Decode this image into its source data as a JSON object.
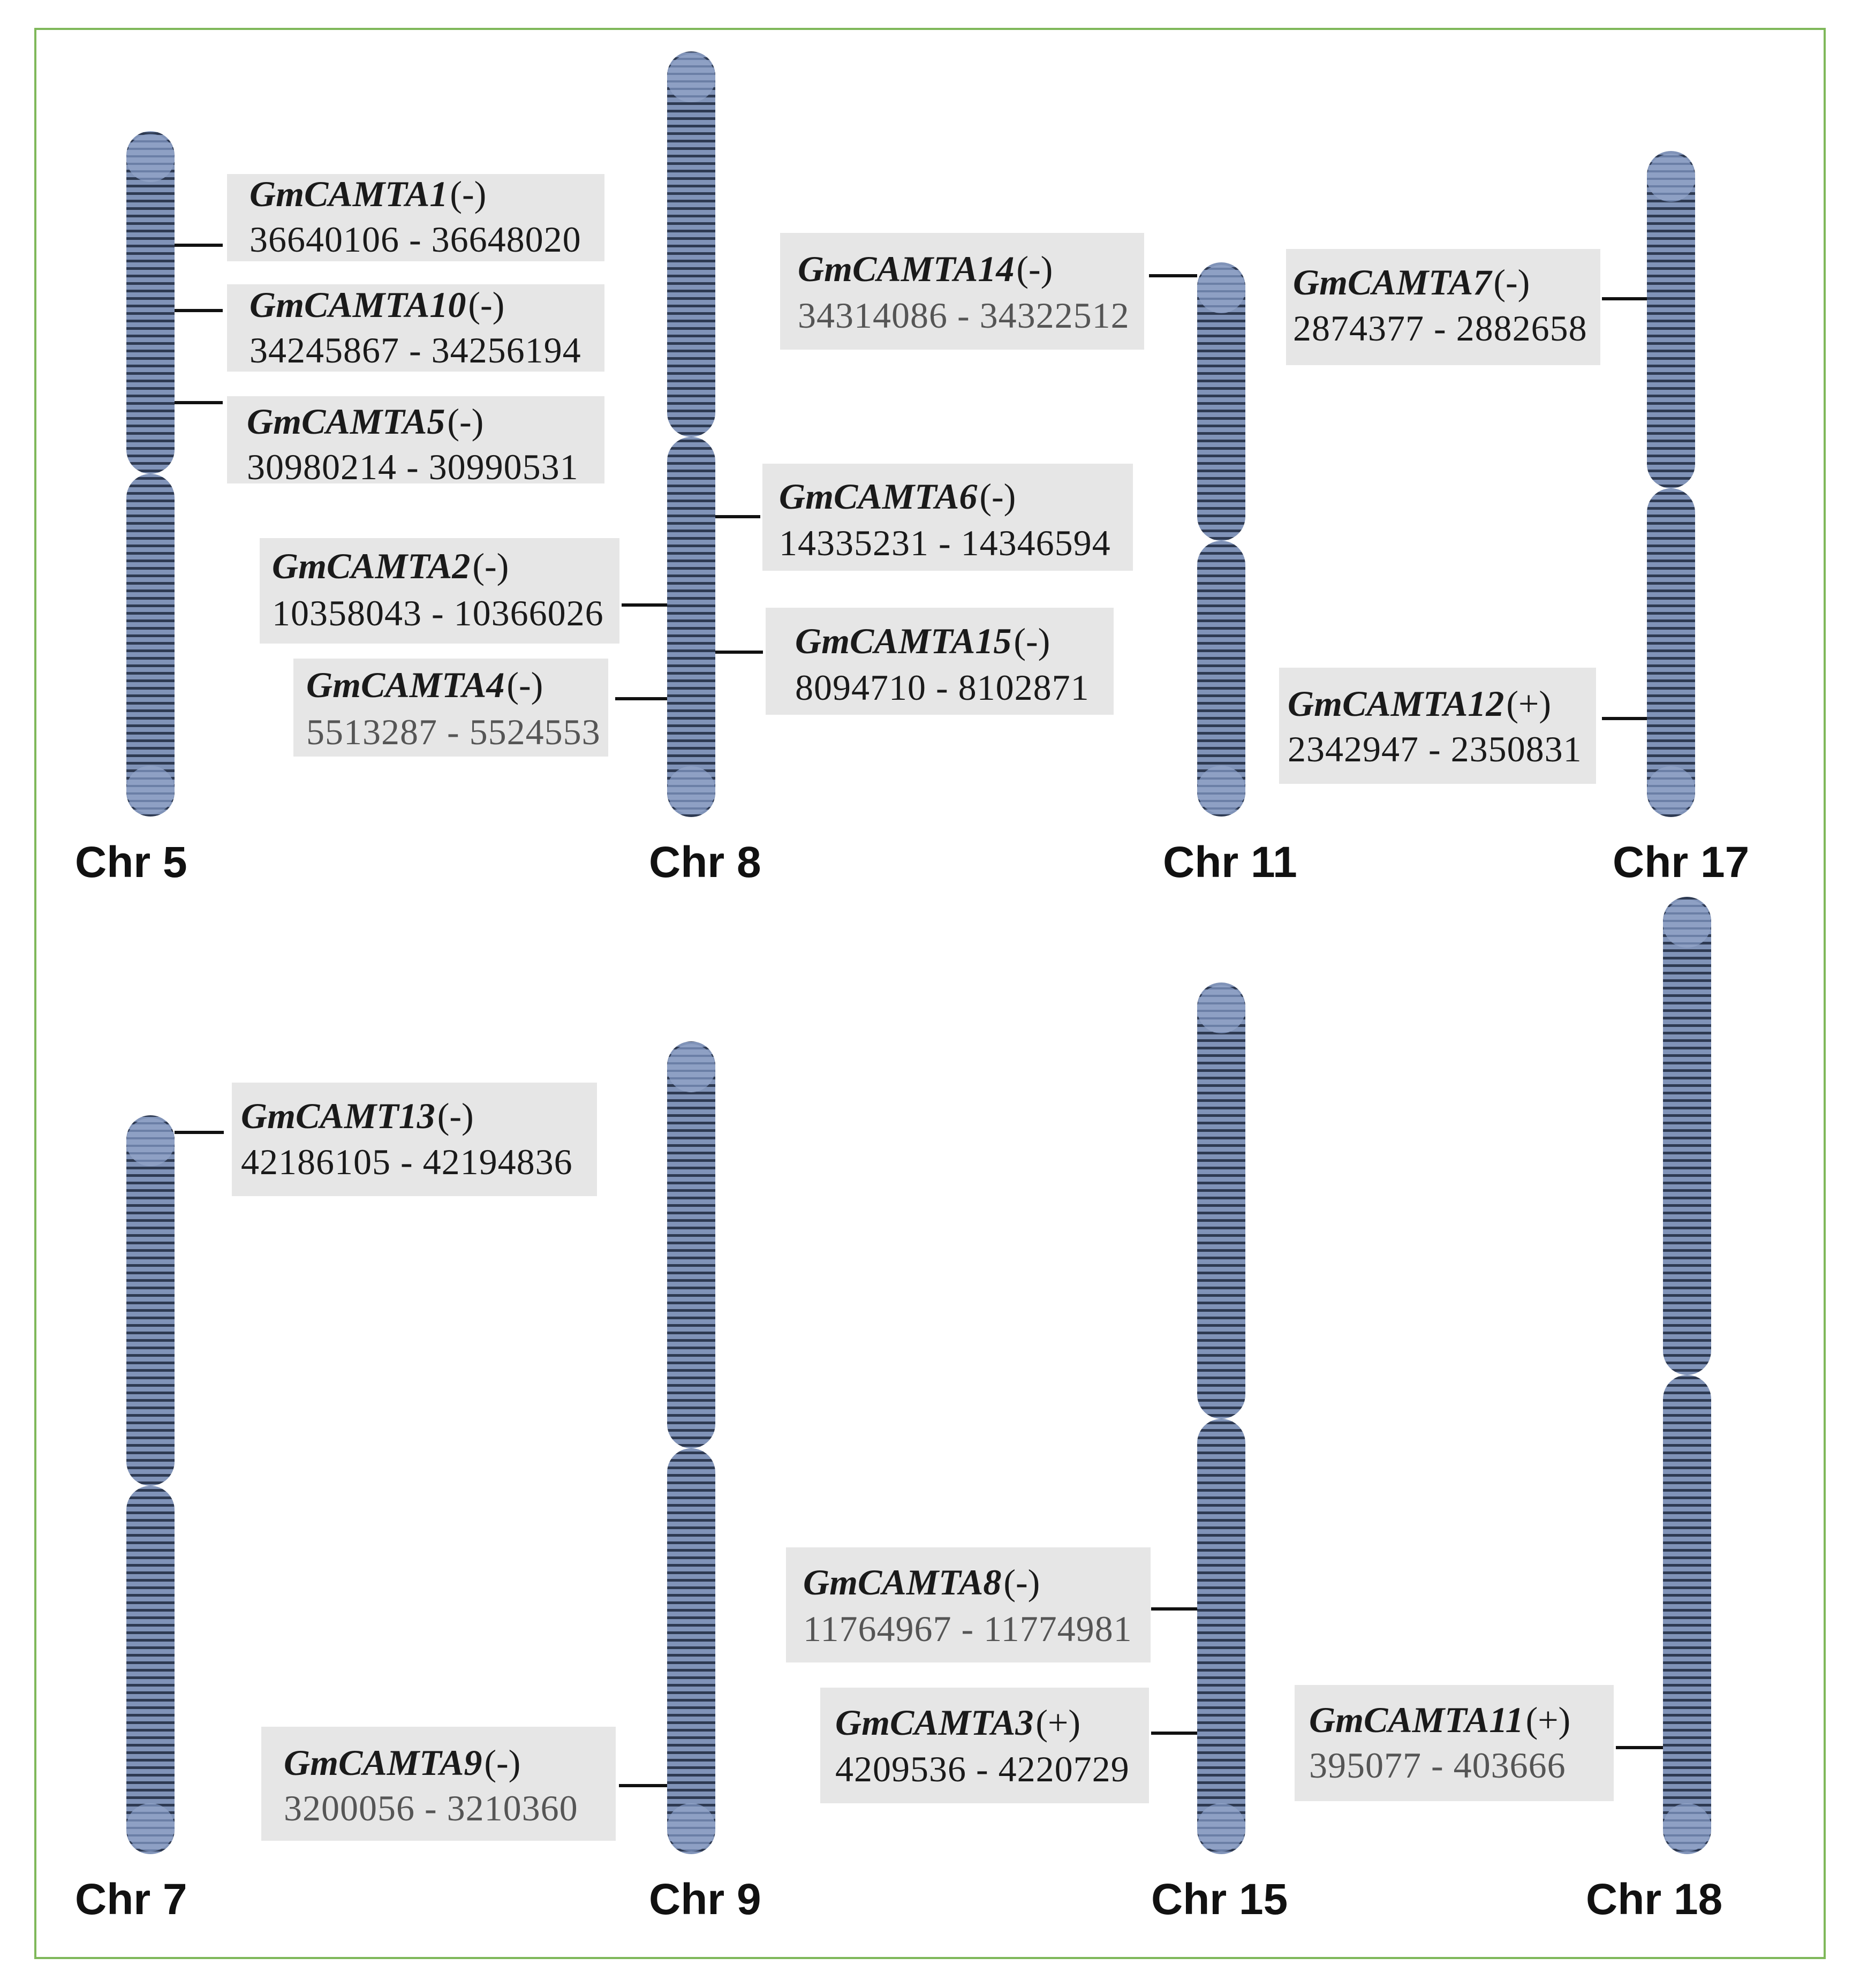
{
  "colors": {
    "border": "#7fb85a",
    "chromosome_fill": "#8093b8",
    "chromosome_band": "#2e3a52",
    "label_box": "#e6e6e6"
  },
  "chromosomes": [
    {
      "id": "chr5",
      "label": "Chr 5"
    },
    {
      "id": "chr8",
      "label": "Chr 8"
    },
    {
      "id": "chr11",
      "label": "Chr 11"
    },
    {
      "id": "chr17",
      "label": "Chr 17"
    },
    {
      "id": "chr7",
      "label": "Chr 7"
    },
    {
      "id": "chr9",
      "label": "Chr 9"
    },
    {
      "id": "chr15",
      "label": "Chr 15"
    },
    {
      "id": "chr18",
      "label": "Chr 18"
    }
  ],
  "genes": [
    {
      "chromosome": "Chr 5",
      "name": "GmCAMTA1",
      "strand": "(-)",
      "position": "36640106 - 36648020"
    },
    {
      "chromosome": "Chr 5",
      "name": "GmCAMTA10",
      "strand": "(-)",
      "position": "34245867 - 34256194"
    },
    {
      "chromosome": "Chr 5",
      "name": "GmCAMTA5",
      "strand": "(-)",
      "position": "30980214 - 30990531"
    },
    {
      "chromosome": "Chr 8",
      "name": "GmCAMTA2",
      "strand": "(-)",
      "position": "10358043 - 10366026"
    },
    {
      "chromosome": "Chr 8",
      "name": "GmCAMTA4",
      "strand": "(-)",
      "position": "5513287 - 5524553"
    },
    {
      "chromosome": "Chr 8",
      "name": "GmCAMTA6",
      "strand": "(-)",
      "position": "14335231 - 14346594"
    },
    {
      "chromosome": "Chr 8",
      "name": "GmCAMTA15",
      "strand": "(-)",
      "position": "8094710 - 8102871"
    },
    {
      "chromosome": "Chr 11",
      "name": "GmCAMTA14",
      "strand": "(-)",
      "position": "34314086 - 34322512"
    },
    {
      "chromosome": "Chr 17",
      "name": "GmCAMTA7",
      "strand": "(-)",
      "position": "2874377 - 2882658"
    },
    {
      "chromosome": "Chr 17",
      "name": "GmCAMTA12",
      "strand": "(+)",
      "position": "2342947 - 2350831"
    },
    {
      "chromosome": "Chr 7",
      "name": "GmCAMT13",
      "strand": "(-)",
      "position": "42186105 - 42194836"
    },
    {
      "chromosome": "Chr 9",
      "name": "GmCAMTA9",
      "strand": "(-)",
      "position": "3200056 - 3210360"
    },
    {
      "chromosome": "Chr 15",
      "name": "GmCAMTA8",
      "strand": "(-)",
      "position": "11764967 - 11774981"
    },
    {
      "chromosome": "Chr 15",
      "name": "GmCAMTA3",
      "strand": "(+)",
      "position": "4209536 - 4220729"
    },
    {
      "chromosome": "Chr 18",
      "name": "GmCAMTA11",
      "strand": "(+)",
      "position": "395077 - 403666"
    }
  ]
}
